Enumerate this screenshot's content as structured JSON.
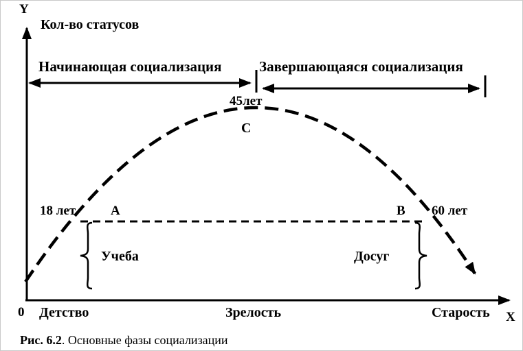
{
  "figure": {
    "y_axis_letter": "Y",
    "x_axis_letter": "X",
    "origin_label": "0",
    "y_axis_title": "Кол-во статусов",
    "phase_left": "Начинающая социализация",
    "phase_right": "Завершающаяся социализация",
    "divider_age": "45лет",
    "point_a": "A",
    "point_b": "B",
    "point_c": "C",
    "age_left": "18 лет",
    "age_right": "60 лет",
    "brace_left_label": "Учеба",
    "brace_right_label": "Досуг",
    "x_label_childhood": "Детство",
    "x_label_maturity": "Зрелость",
    "x_label_old_age": "Старость"
  },
  "caption": {
    "prefix": "Рис. 6.2",
    "text": ". Основные фазы социализации"
  },
  "colors": {
    "ink": "#000000",
    "background": "#ffffff"
  }
}
